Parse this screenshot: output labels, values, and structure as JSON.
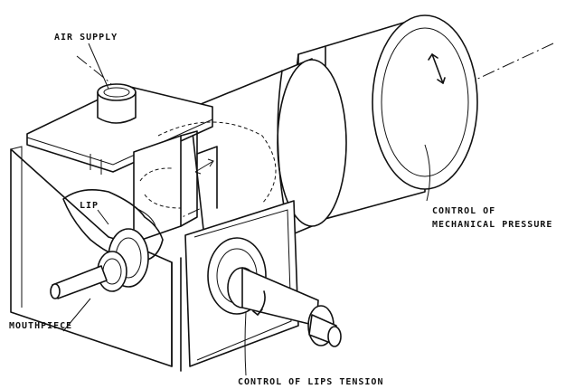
{
  "labels": {
    "air_supply": "AIR SUPPLY",
    "lip": "LIP",
    "mouthpiece": "MOUTHPIECE",
    "control_pressure_line1": "CONTROL OF",
    "control_pressure_line2": "MECHANICAL PRESSURE",
    "control_lips_tension": "CONTROL OF LIPS TENSION"
  }
}
